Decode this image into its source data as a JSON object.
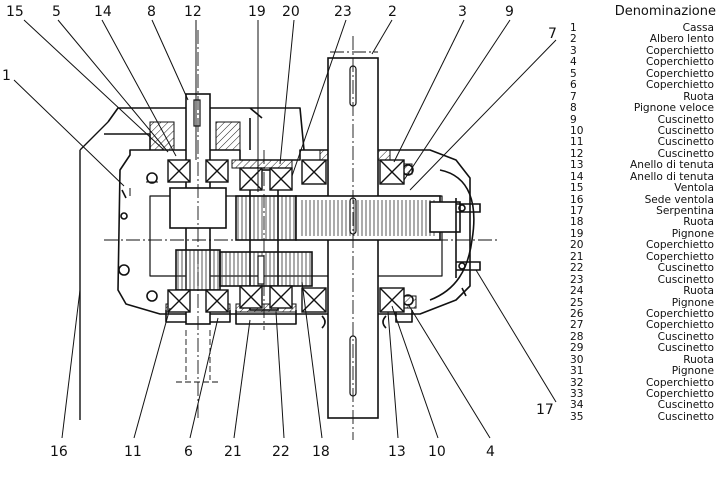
{
  "callouts": {
    "top": [
      "15",
      "5",
      "14",
      "8",
      "12",
      "19",
      "20",
      "23",
      "2",
      "3",
      "9"
    ],
    "side": [
      "1",
      "7",
      "17"
    ],
    "bottom": [
      "16",
      "11",
      "6",
      "21",
      "22",
      "18",
      "13",
      "10",
      "4"
    ]
  },
  "legend": {
    "title": "Denominazione",
    "items": [
      {
        "num": "1",
        "name": "Cassa"
      },
      {
        "num": "2",
        "name": "Albero lento"
      },
      {
        "num": "3",
        "name": "Coperchietto"
      },
      {
        "num": "4",
        "name": "Coperchietto"
      },
      {
        "num": "5",
        "name": "Coperchietto"
      },
      {
        "num": "6",
        "name": "Coperchietto"
      },
      {
        "num": "7",
        "name": "Ruota"
      },
      {
        "num": "8",
        "name": "Pignone veloce"
      },
      {
        "num": "9",
        "name": "Cuscinetto"
      },
      {
        "num": "10",
        "name": "Cuscinetto"
      },
      {
        "num": "11",
        "name": "Cuscinetto"
      },
      {
        "num": "12",
        "name": "Cuscinetto"
      },
      {
        "num": "13",
        "name": "Anello di tenuta"
      },
      {
        "num": "14",
        "name": "Anello di tenuta"
      },
      {
        "num": "15",
        "name": "Ventola"
      },
      {
        "num": "16",
        "name": "Sede ventola"
      },
      {
        "num": "17",
        "name": "Serpentina"
      },
      {
        "num": "18",
        "name": "Ruota"
      },
      {
        "num": "19",
        "name": "Pignone"
      },
      {
        "num": "20",
        "name": "Coperchietto"
      },
      {
        "num": "21",
        "name": "Coperchietto"
      },
      {
        "num": "22",
        "name": "Cuscinetto"
      },
      {
        "num": "23",
        "name": "Cuscinetto"
      },
      {
        "num": "24",
        "name": "Ruota"
      },
      {
        "num": "25",
        "name": "Pignone"
      },
      {
        "num": "26",
        "name": "Coperchietto"
      },
      {
        "num": "27",
        "name": "Coperchietto"
      },
      {
        "num": "28",
        "name": "Cuscinetto"
      },
      {
        "num": "29",
        "name": "Cuscinetto"
      },
      {
        "num": "30",
        "name": "Ruota"
      },
      {
        "num": "31",
        "name": "Pignone"
      },
      {
        "num": "32",
        "name": "Coperchietto"
      },
      {
        "num": "33",
        "name": "Coperchietto"
      },
      {
        "num": "34",
        "name": "Cuscinetto"
      },
      {
        "num": "35",
        "name": "Cuscinetto"
      }
    ]
  }
}
